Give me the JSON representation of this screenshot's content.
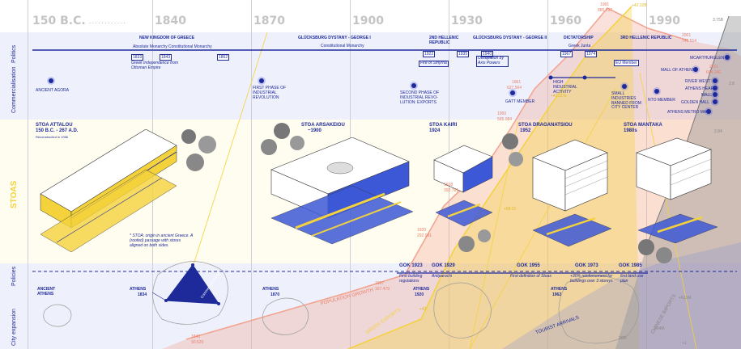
{
  "years": [
    "150 B.C.",
    "1840",
    "1870",
    "1900",
    "1930",
    "1960",
    "1990"
  ],
  "year_dots": ". . . . . . . . . . . .",
  "rows": {
    "politics": "Politics",
    "commercialisation": "Commercialisation",
    "stoas": "STOAS",
    "policies": "Policies",
    "city_expansion": "City expansion"
  },
  "politics": {
    "periods": [
      {
        "title": "NEW KINGDOM OF GREECE",
        "sub1": "Absolute Monarchy",
        "sub2": "Constitutional Monarchy"
      },
      {
        "title": "GLÜCKSBURG DYSTANY - GEORGE I",
        "sub1": "Constitutional Monarchy"
      },
      {
        "title": "2ND HELLENIC REPUBLIC"
      },
      {
        "title": "GLÜCKSBURG DYSTANY - GEORGE II"
      },
      {
        "title": "DICTATORSHIP",
        "sub1": "Greek Junta"
      },
      {
        "title": "3RD HELLENIC REPUBLIC"
      }
    ],
    "events": [
      {
        "year": "1833",
        "note": "Greek Independence from Ottoman Empire"
      },
      {
        "year": "1843"
      },
      {
        "year": "1862"
      },
      {
        "year": "1922",
        "note": "Fire of Smyrna"
      },
      {
        "year": "1935"
      },
      {
        "year": "1940",
        "note": "Occupation by Axis Powers"
      },
      {
        "year": "1967"
      },
      {
        "year": "1974"
      },
      {
        "year": "",
        "note": "EU Member"
      }
    ]
  },
  "commercialisation": [
    {
      "text": "ANCIENT AGORA"
    },
    {
      "text": "FIRST PHASE OF INDUSTRIAL REVOLUTION"
    },
    {
      "text": "SECOND PHASE OF INDUSTRIAL REVO-LUTION: EXPORTS"
    },
    {
      "text": "HIGH INDUSTRIAL ACTIVITY"
    },
    {
      "text": "GATT MEMBER"
    },
    {
      "text": "SMALL INDUSTRIES BANNED FROM CITY CENTER"
    },
    {
      "text": "NTO MEMBER"
    },
    {
      "text": "MCARTHURGLEN"
    },
    {
      "text": "MALL OF ATHENS"
    },
    {
      "text": "RIVER WEST"
    },
    {
      "text": "ATHENS HEART"
    },
    {
      "text": "MALL"
    },
    {
      "text": "GOLDEN HALL"
    },
    {
      "text": "ATHENS METRO MALL"
    }
  ],
  "stoas": [
    {
      "title": "STOA ATTALOU",
      "date": "150 B.C. - 267 A.D.",
      "note": "Reconstructed in 1956"
    },
    {
      "title": "STOA ARSAKEIOU",
      "date": "~1900"
    },
    {
      "title": "STOA KAIRI",
      "date": "1924"
    },
    {
      "title": "STOA DRAGANATSIOU",
      "date": "1952"
    },
    {
      "title": "STOA MANTAKA",
      "date": "1980s"
    }
  ],
  "stoa_definition": "* STOA: origin in ancient Greece. A (roofed) passage with stores aligned on both sides.",
  "policies": [
    {
      "title": "GOK 1923",
      "note": "First building regulations"
    },
    {
      "title": "GOK 1929",
      "note": "Antiparochi"
    },
    {
      "title": "GOK 1955",
      "note": "First definition of Stoas"
    },
    {
      "title": "GOK 1973",
      "note": "+30% reinforcement for buildings over 3 storeys"
    },
    {
      "title": "GOK 1985",
      "note": "first land use plan"
    }
  ],
  "city": [
    {
      "name": "ANCIENT ATHENS"
    },
    {
      "name": "ATHENS",
      "year": "1834"
    },
    {
      "name": "ATHENS",
      "year": "1870"
    },
    {
      "name": "ATHENS",
      "year": "1920"
    },
    {
      "name": "ATHENS",
      "year": "1962"
    }
  ],
  "city_tag": "Commercial triangle",
  "trends": {
    "population": "POPULATION GROWTH",
    "exports": "GREEK EXPORTS",
    "tourist": "TOURIST ARRIVALS",
    "chinese": "CHINESE IMPORTS"
  },
  "population_labels": [
    {
      "year": "1840",
      "value": "30.520"
    },
    {
      "year": "1907",
      "value": "167.479"
    },
    {
      "year": "1920",
      "value": "292.991"
    },
    {
      "year": "1928",
      "value": "392.781"
    },
    {
      "year": "1950",
      "value": "565.084"
    },
    {
      "year": "1961",
      "value": "627.564"
    },
    {
      "year": "1981",
      "value": "885.737"
    },
    {
      "year": "2001",
      "value": "745.514"
    },
    {
      "year": "2011",
      "value": "664.046"
    }
  ],
  "export_labels": [
    "+42",
    "+58.21",
    "+42.11%",
    "+42.12B"
  ],
  "import_labels": [
    "3.75B",
    "2.8",
    "2.84",
    "+621M",
    "264M",
    "20M",
    "+1"
  ],
  "colors": {
    "blue": "#1e2a9a",
    "yellow": "#f4d23c",
    "salmon": "#f2a28e",
    "gray": "#9a9a9a"
  }
}
